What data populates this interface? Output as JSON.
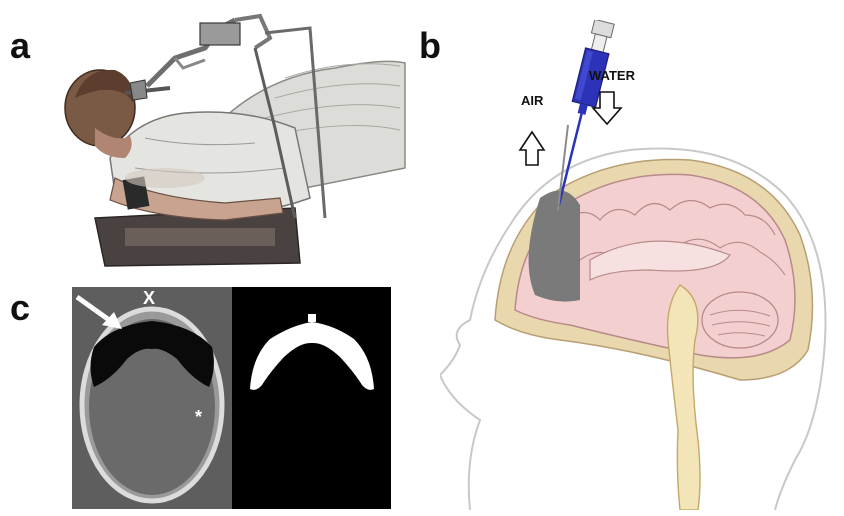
{
  "panel_labels": {
    "a": "a",
    "b": "b",
    "c": "c"
  },
  "diagram_labels": {
    "air": "AIR",
    "water": "WATER"
  },
  "ct_markers": {
    "top_mark": "X",
    "lesion_mark": "*"
  },
  "colors": {
    "background": "#ffffff",
    "brain": "#f4cfd0",
    "brain_outline": "#b88a8a",
    "skull": "#e8d6ad",
    "ventricle_air": "#7a7a7a",
    "syringe_barrel": "#2c33b8",
    "ct_background": "#5e5e5e",
    "ct_right_background": "#000000"
  }
}
